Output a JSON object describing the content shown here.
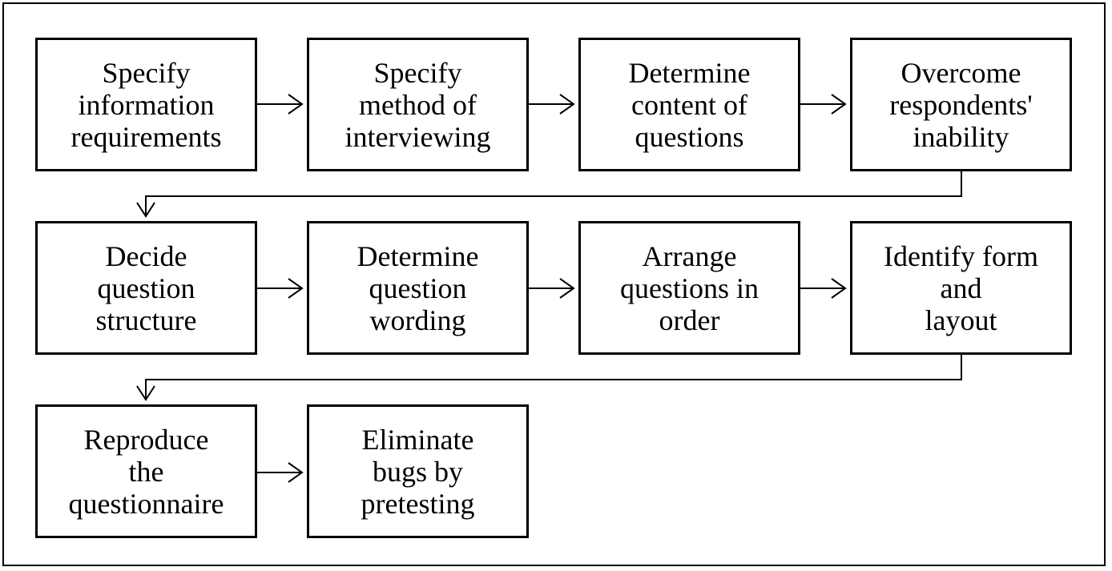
{
  "steps": [
    {
      "label": "Specify\ninformation\nrequirements"
    },
    {
      "label": "Specify\nmethod of\ninterviewing"
    },
    {
      "label": "Determine\ncontent of\nquestions"
    },
    {
      "label": "Overcome\nrespondents'\ninability"
    },
    {
      "label": "Decide\nquestion\nstructure"
    },
    {
      "label": "Determine\nquestion\nwording"
    },
    {
      "label": "Arrange\nquestions in\norder"
    },
    {
      "label": "Identify form\nand\nlayout"
    },
    {
      "label": "Reproduce\nthe\nquestionnaire"
    },
    {
      "label": "Eliminate\nbugs by\npretesting"
    }
  ]
}
